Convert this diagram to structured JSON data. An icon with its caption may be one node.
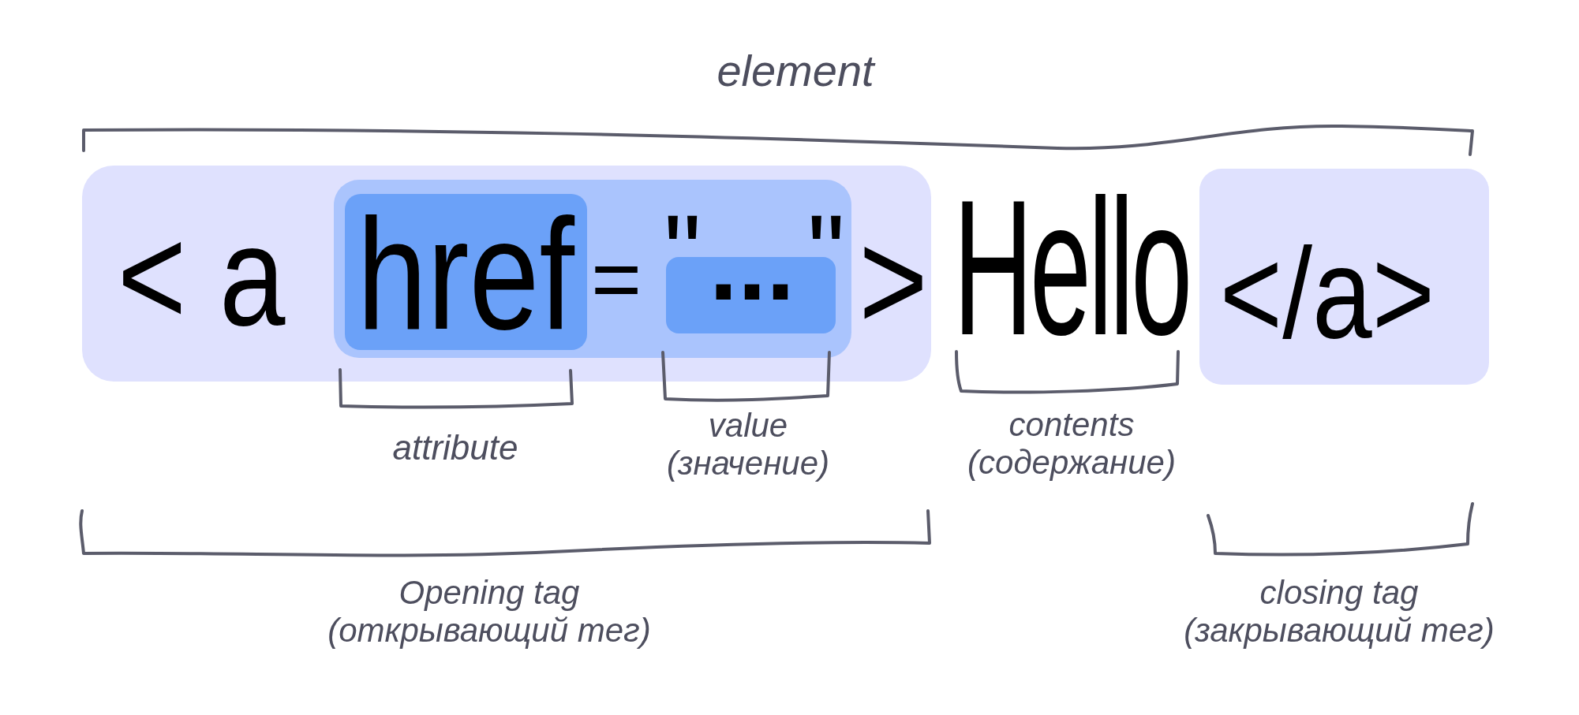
{
  "diagram": {
    "nodes": [
      {
        "text": [
          "< a",
          ">"
        ]
      },
      {
        "text": [
          "=",
          "\"",
          "\""
        ],
        "in": 0
      },
      {
        "text": [
          "href"
        ],
        "in": 1,
        "beside": [
          "attribute"
        ]
      },
      {
        "text": [
          "..."
        ],
        "in": 1,
        "beside": [
          "value (значение)"
        ]
      },
      {
        "text": [
          "</a>"
        ]
      }
    ],
    "labels": [
      "element",
      "Hello",
      "contents (содержание)",
      "Opening tag (открывающий тег)",
      "closing tag (закрывающий тег)"
    ]
  }
}
